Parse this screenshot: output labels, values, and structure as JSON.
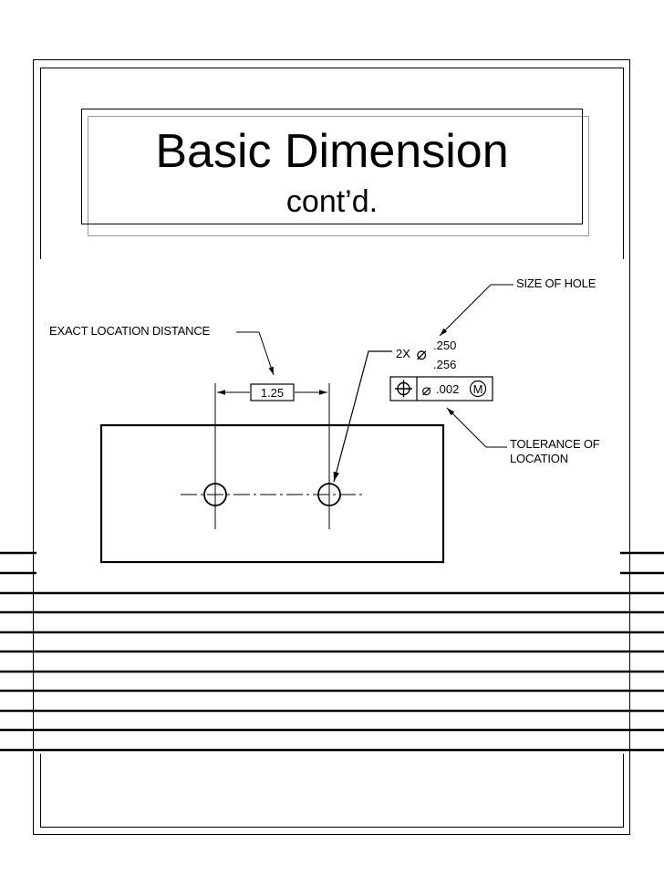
{
  "title": {
    "main": "Basic Dimension",
    "sub": "cont’d."
  },
  "drawing": {
    "callouts": {
      "exact_location": "EXACT LOCATION DISTANCE",
      "size_of_hole": "SIZE OF HOLE",
      "tolerance_line1": "TOLERANCE OF",
      "tolerance_line2": "LOCATION"
    },
    "basic_dimension": "1.25",
    "hole_callout": {
      "count": "2X",
      "diameter_symbol": "⌀",
      "upper_size": ".250",
      "lower_size": ".256"
    },
    "feature_control_frame": {
      "position_symbol": "position-icon",
      "diameter_symbol": "⌀",
      "tolerance": ".002",
      "modifier": "M"
    }
  }
}
